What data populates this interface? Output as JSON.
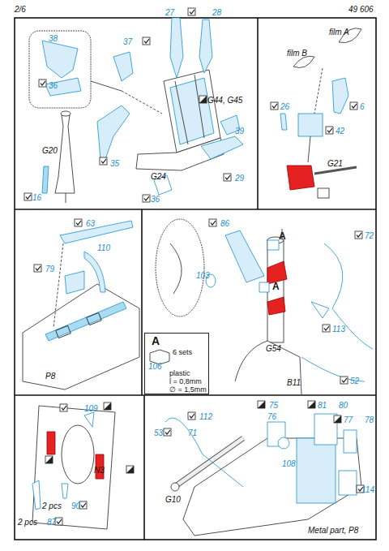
{
  "diagram": {
    "nodes": [
      {
        "text": [
          "A",
          "6 sets",
          "106",
          "plastic",
          "l = 0,8mm",
          "∅ = 1,5mm"
        ]
      }
    ],
    "labels": [
      "2/6",
      "49 606",
      "38",
      "36",
      "27",
      "28",
      "37",
      "G44, G45",
      "G24",
      "39",
      "29",
      "35",
      "36",
      "G20",
      "16",
      "film A",
      "film B",
      "26",
      "6",
      "42",
      "G21",
      "63",
      "79",
      "110",
      "P8",
      "86",
      "A",
      "72",
      "103",
      "A",
      "113",
      "G54",
      "52",
      "B11",
      "109",
      "N3",
      "2 pcs",
      "90",
      "2 pcs",
      "87",
      "112",
      "53",
      "71",
      "75",
      "76",
      "81",
      "80",
      "77",
      "78",
      "108",
      "114",
      "G10",
      "Metal part, P8"
    ]
  }
}
